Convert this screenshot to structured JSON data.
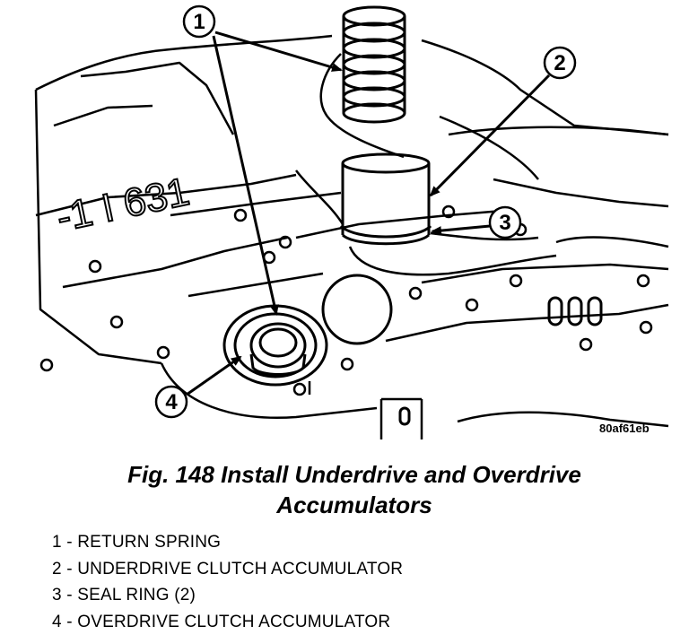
{
  "figure": {
    "code": "80af61eb",
    "caption_line1": "Fig. 148 Install Underdrive and Overdrive",
    "caption_line2": "Accumulators"
  },
  "callouts": [
    {
      "number": "1"
    },
    {
      "number": "2"
    },
    {
      "number": "3"
    },
    {
      "number": "4"
    }
  ],
  "legend": [
    "1 - RETURN SPRING",
    "2 - UNDERDRIVE CLUTCH ACCUMULATOR",
    "3 - SEAL RING (2)",
    "4 - OVERDRIVE CLUTCH ACCUMULATOR"
  ],
  "casting_marks": {
    "text": "-1 I 631"
  }
}
